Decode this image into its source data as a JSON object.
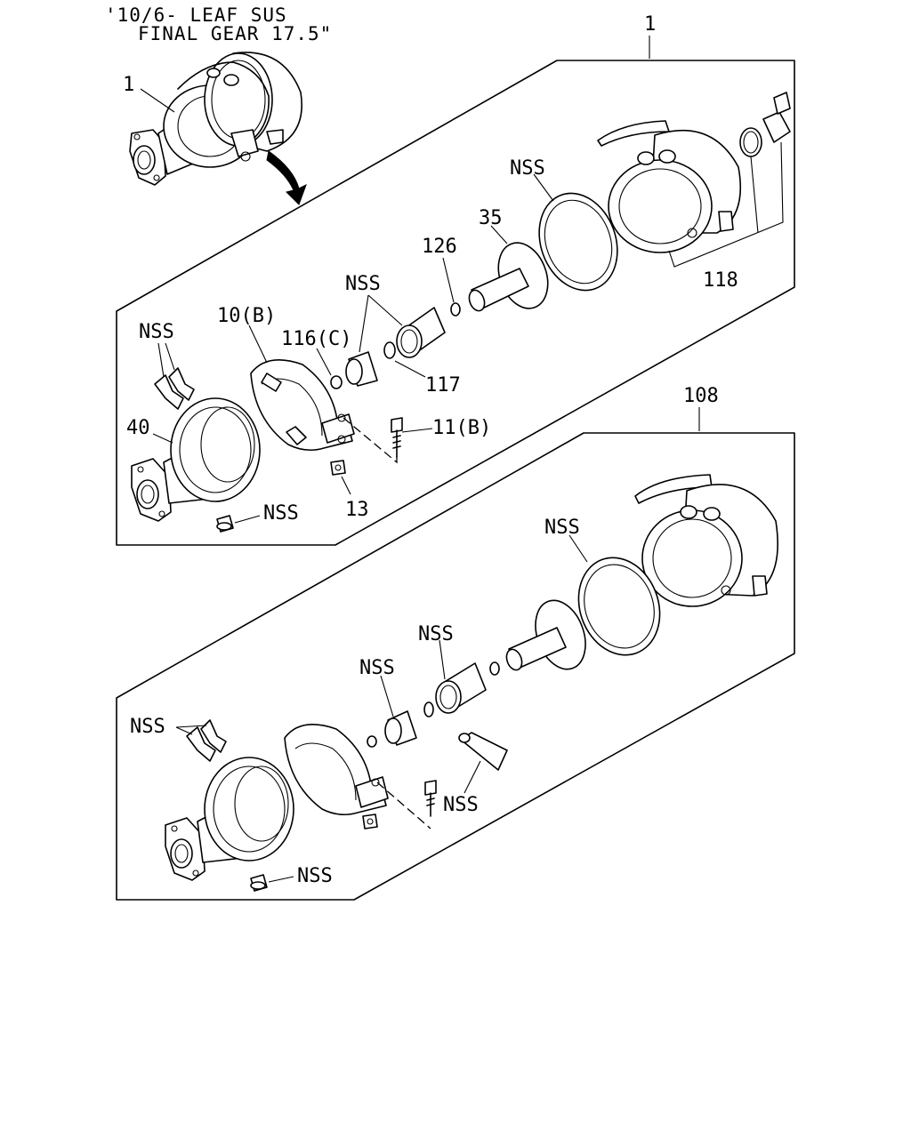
{
  "header": {
    "line1": "'10/6- LEAF SUS",
    "line2": "FINAL GEAR 17.5\""
  },
  "callouts": {
    "assembly_main": "1",
    "assembly_top_view": "1",
    "assembly_alt": "108",
    "flange": "40",
    "shoe": "10(B)",
    "washer": "116(C)",
    "oring": "117",
    "spacer": "126",
    "shaft": "35",
    "chamber": "118",
    "bolt": "11(B)",
    "nut": "13",
    "nss": "NSS"
  }
}
